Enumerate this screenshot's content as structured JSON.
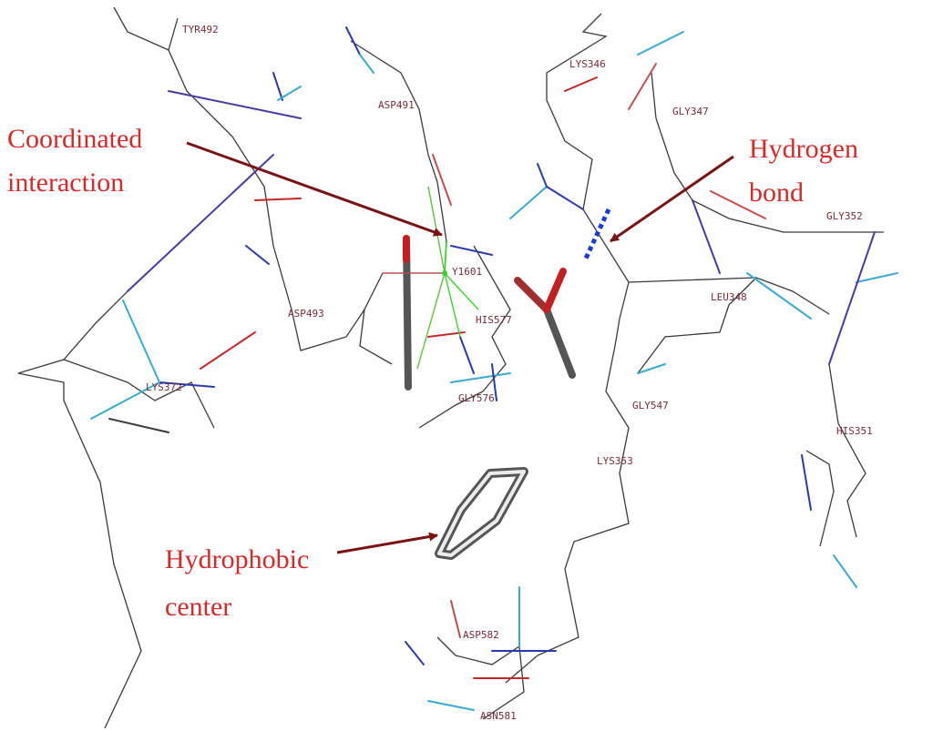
{
  "diagram": {
    "colors": {
      "backbone": "#3a3a3a",
      "nitrogen": "#2a3aa8",
      "hydrogen": "#3aaad0",
      "oxygen": "#c02a2a",
      "metal_bond": "#3ad030",
      "arrow": "#7a1414",
      "annotation": "#d42a2a",
      "hbond": "#1a3ae0",
      "ligand": "#505050"
    },
    "annotations": {
      "coordinated_line1": "Coordinated",
      "coordinated_line2": "interaction",
      "hydrogen_line1": "Hydrogen",
      "hydrogen_line2": "bond",
      "hydrophobic_line1": "Hydrophobic",
      "hydrophobic_line2": "center"
    },
    "residues": [
      {
        "id": "tyr492",
        "label": "TYR492"
      },
      {
        "id": "asp491",
        "label": "ASP491"
      },
      {
        "id": "lys346",
        "label": "LYS346"
      },
      {
        "id": "gly347",
        "label": "GLY347"
      },
      {
        "id": "gly352",
        "label": "GLY352"
      },
      {
        "id": "leu348",
        "label": "LEU348"
      },
      {
        "id": "asp493",
        "label": "ASP493"
      },
      {
        "id": "y1601",
        "label": "Y1601"
      },
      {
        "id": "his577",
        "label": "HIS577"
      },
      {
        "id": "lys372",
        "label": "LYS372"
      },
      {
        "id": "gly576",
        "label": "GLY576"
      },
      {
        "id": "gly547",
        "label": "GLY547"
      },
      {
        "id": "his351",
        "label": "HIS351"
      },
      {
        "id": "lys353",
        "label": "LYS353"
      },
      {
        "id": "asp582",
        "label": "ASP582"
      },
      {
        "id": "asn581",
        "label": "ASN581"
      }
    ]
  }
}
